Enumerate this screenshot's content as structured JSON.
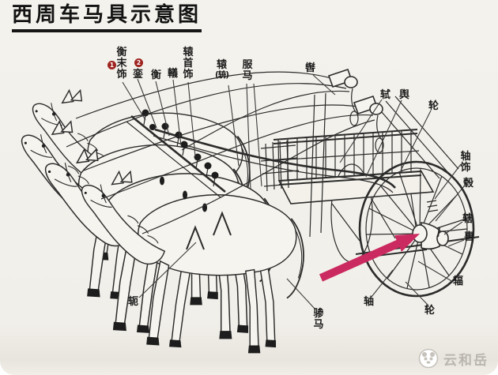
{
  "title": "西周车马具示意图",
  "labels": [
    {
      "text": "衡末饰",
      "badge": "1"
    },
    {
      "text": "銮",
      "badge": "2"
    },
    {
      "text": "衡"
    },
    {
      "text": "轙"
    },
    {
      "text": "辕首饰"
    },
    {
      "text": "辕",
      "sub": "(辀)"
    },
    {
      "text": "服马"
    },
    {
      "text": "辔"
    },
    {
      "text": "轼"
    },
    {
      "text": "舆"
    },
    {
      "text": "轮"
    },
    {
      "text": "轴饰"
    },
    {
      "text": "毂"
    },
    {
      "text": "辖"
    },
    {
      "text": "軎"
    },
    {
      "text": "辐"
    },
    {
      "text": "轴"
    },
    {
      "text": "轮"
    },
    {
      "text": "轭"
    },
    {
      "text": "骖马"
    }
  ],
  "arrow": {
    "color": "#cb2a60"
  },
  "watermark": {
    "text": "云和岳"
  }
}
